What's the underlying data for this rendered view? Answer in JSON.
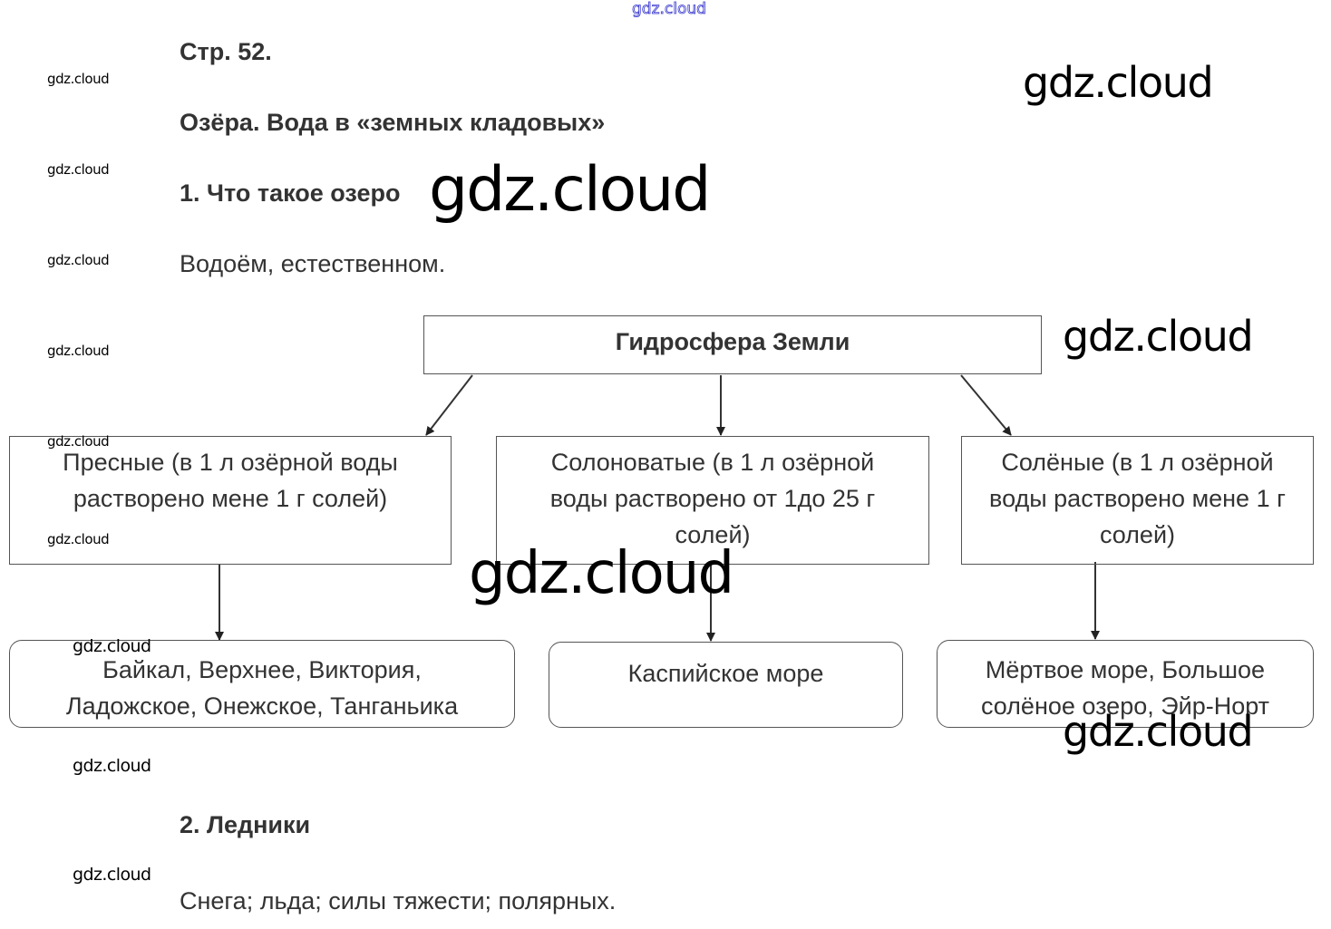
{
  "page_header": "Стр. 52.",
  "section_title": "Озёра. Вода в «земных кладовых»",
  "question1": "1. Что такое озеро",
  "answer1": "Водоём, естественном.",
  "diagram": {
    "root": "Гидросфера Земли",
    "categories": [
      "Пресные (в 1 л озёрной воды растворено мене 1 г солей)",
      "Солоноватые (в 1 л озёрной воды растворено от 1до 25 г солей)",
      "Солёные (в 1 л озёрной воды растворено мене 1 г солей)"
    ],
    "examples": [
      "Байкал, Верхнее, Виктория, Ладожское, Онежское, Танганьика",
      "Каспийское море",
      "Мёртвое море, Большое солёное озеро, Эйр-Норт"
    ]
  },
  "question2": "2. Ледники",
  "answer2": "Снега; льда; силы тяжести; полярных.",
  "watermark": "gdz.cloud"
}
